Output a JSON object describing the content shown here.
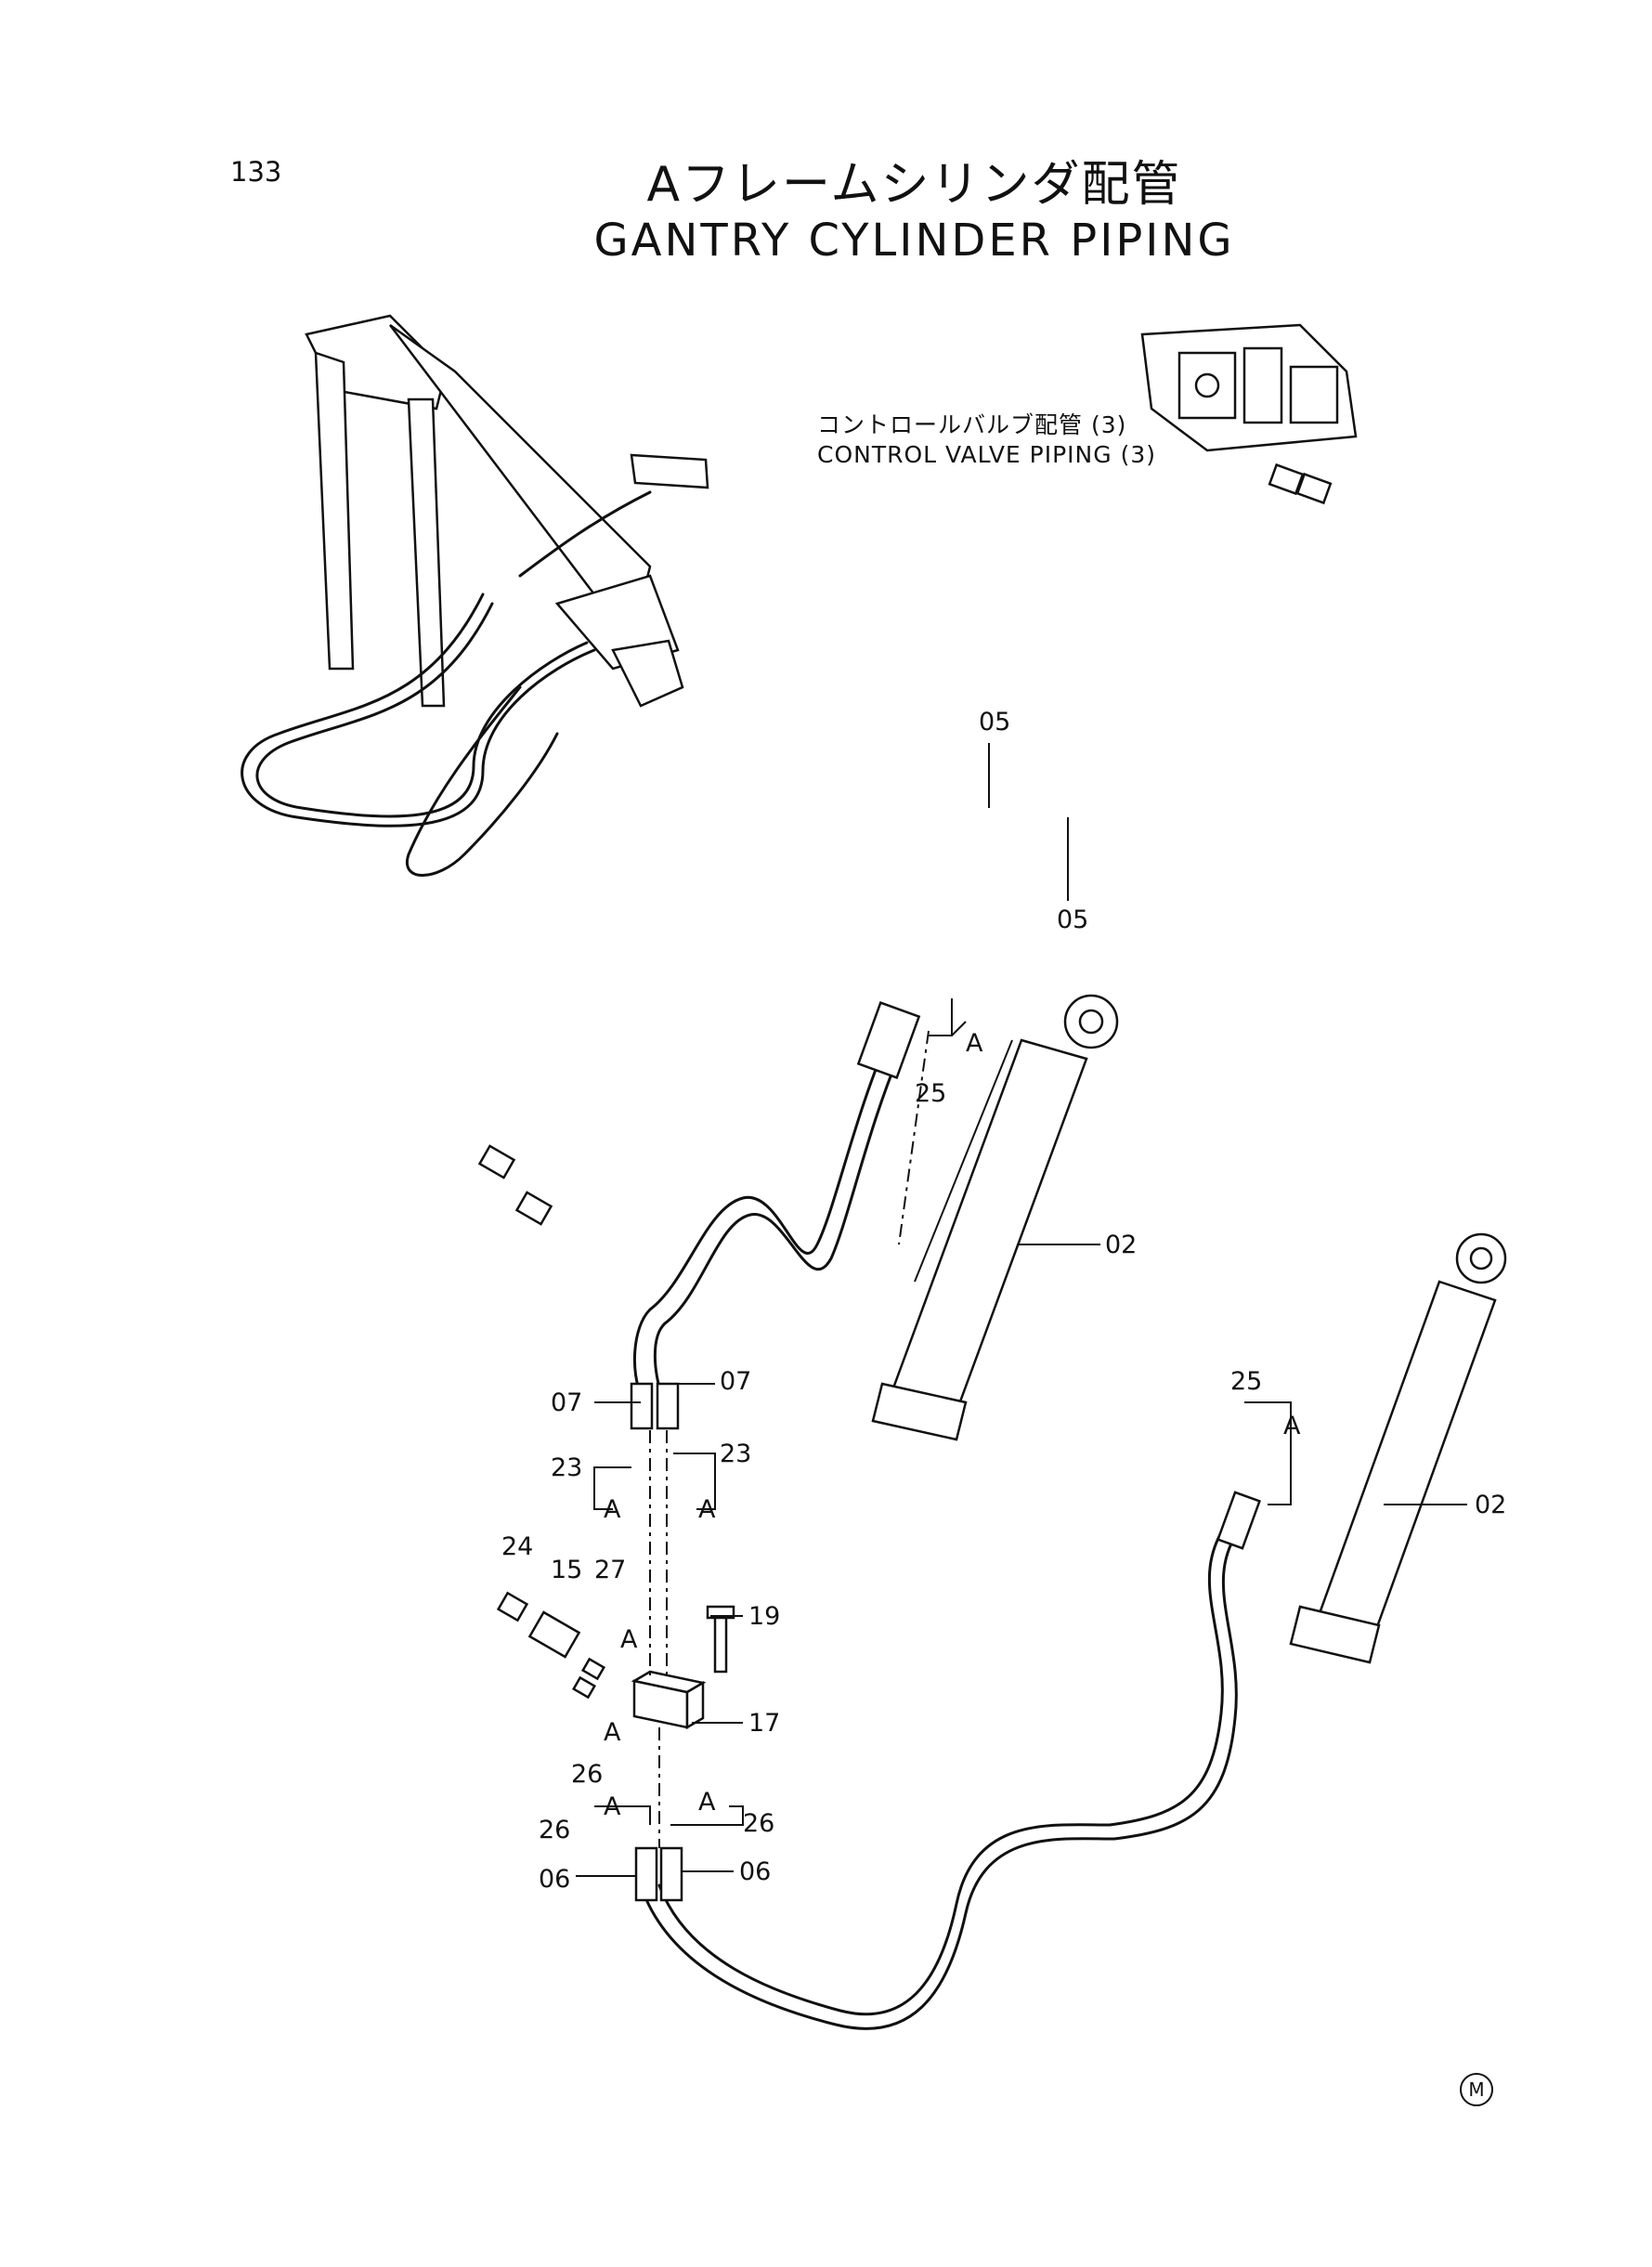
{
  "page_number": "133",
  "title": {
    "jp": "Aフレームシリンダ配管",
    "en": "GANTRY CYLINDER PIPING"
  },
  "notes": {
    "control_valve_jp": "コントロールバルブ配管 (3)",
    "control_valve_en": "CONTROL VALVE PIPING (3)"
  },
  "callouts": {
    "hose_05_upper": "05",
    "hose_05_lower": "05",
    "fitting_25_left": "25",
    "fitting_25_right": "25",
    "cylinder_02_left": "02",
    "cylinder_02_right": "02",
    "hose_07_left": "07",
    "hose_07_right": "07",
    "adapter_23_left": "23",
    "adapter_23_right": "23",
    "plug_24": "24",
    "valve_15": "15",
    "adapter_27": "27",
    "bolt_19": "19",
    "block_17": "17",
    "adapter_26_a": "26",
    "adapter_26_b": "26",
    "adapter_26_c": "26",
    "hose_06_left": "06",
    "hose_06_right": "06",
    "ref_a_1": "A",
    "ref_a_2": "A",
    "ref_a_3": "A",
    "ref_a_4": "A",
    "ref_a_5": "A",
    "ref_a_6": "A",
    "ref_a_7": "A",
    "ref_a_8": "A",
    "ref_a_9": "A"
  },
  "marker": "M"
}
